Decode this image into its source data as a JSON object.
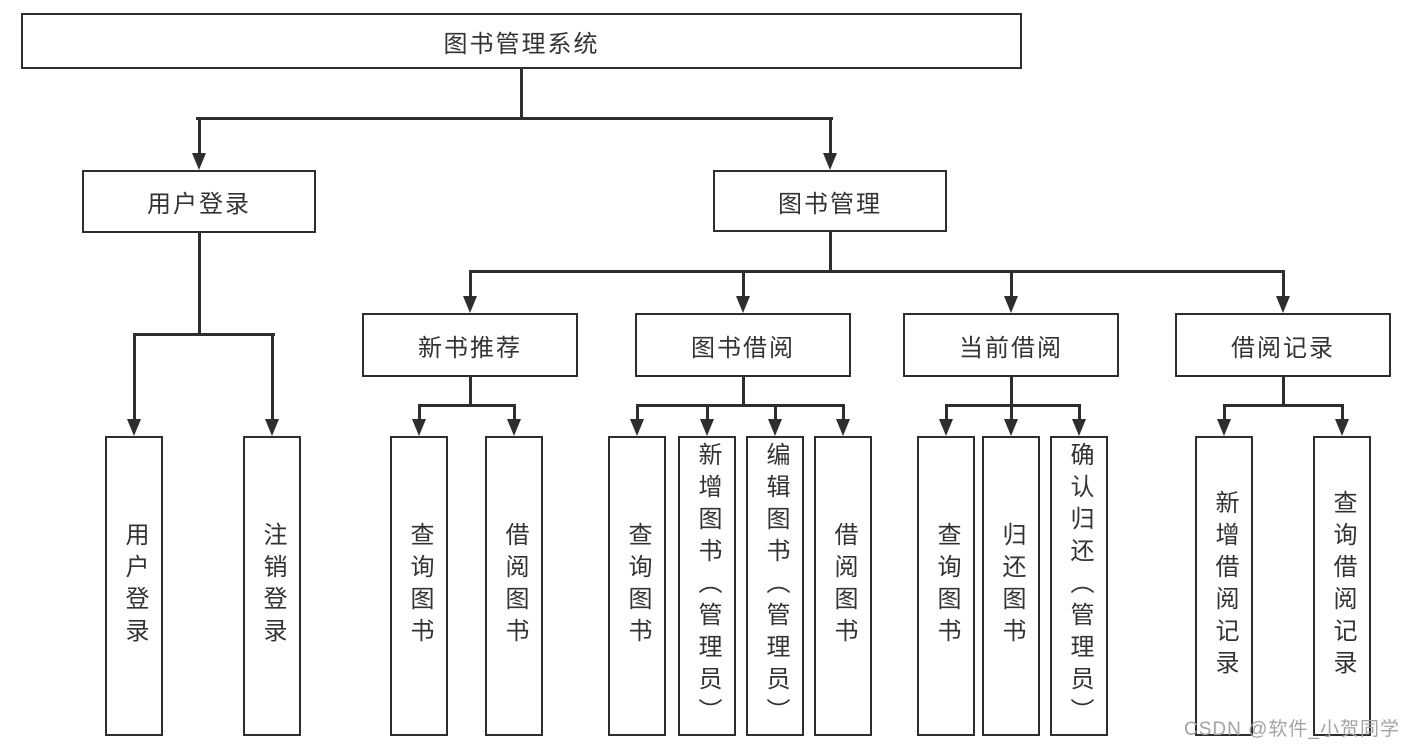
{
  "diagram_title": "图书管理系统",
  "nodes": {
    "root": {
      "label": "图书管理系统"
    },
    "user_login": {
      "label": "用户登录"
    },
    "book_mgmt": {
      "label": "图书管理"
    },
    "new_book_rec": {
      "label": "新书推荐"
    },
    "book_borrow": {
      "label": "图书借阅"
    },
    "current_borrow": {
      "label": "当前借阅"
    },
    "borrow_records": {
      "label": "借阅记录"
    },
    "leaf_user_login": {
      "label": "用户登录"
    },
    "leaf_logout": {
      "label": "注销登录"
    },
    "leaf_nb_query": {
      "label": "查询图书"
    },
    "leaf_nb_borrow": {
      "label": "借阅图书"
    },
    "leaf_bb_query": {
      "label": "查询图书"
    },
    "leaf_bb_add": {
      "label": "新增图书（管理员）"
    },
    "leaf_bb_edit": {
      "label": "编辑图书（管理员）"
    },
    "leaf_bb_borrow": {
      "label": "借阅图书"
    },
    "leaf_cb_query": {
      "label": "查询图书"
    },
    "leaf_cb_return": {
      "label": "归还图书"
    },
    "leaf_cb_confirm": {
      "label": "确认归还（管理员）"
    },
    "leaf_br_add": {
      "label": "新增借阅记录"
    },
    "leaf_br_query": {
      "label": "查询借阅记录"
    }
  },
  "edges": [
    {
      "from": "图书管理系统",
      "to": [
        "用户登录",
        "图书管理"
      ]
    },
    {
      "from": "用户登录",
      "to": [
        "用户登录",
        "注销登录"
      ]
    },
    {
      "from": "图书管理",
      "to": [
        "新书推荐",
        "图书借阅",
        "当前借阅",
        "借阅记录"
      ]
    },
    {
      "from": "新书推荐",
      "to": [
        "查询图书",
        "借阅图书"
      ]
    },
    {
      "from": "图书借阅",
      "to": [
        "查询图书",
        "新增图书（管理员）",
        "编辑图书（管理员）",
        "借阅图书"
      ]
    },
    {
      "from": "当前借阅",
      "to": [
        "查询图书",
        "归还图书",
        "确认归还（管理员）"
      ]
    },
    {
      "from": "借阅记录",
      "to": [
        "新增借阅记录",
        "查询借阅记录"
      ]
    }
  ],
  "watermark": "CSDN @软件_小贺同学",
  "colors": {
    "line": "#2e2e2e",
    "text": "#333333",
    "background": "#ffffff",
    "watermark": "#a3a3a3"
  }
}
